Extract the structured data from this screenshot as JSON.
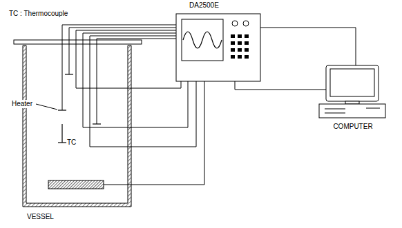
{
  "diagram": {
    "nodes": [
      {
        "text": [
          "VESSEL"
        ]
      },
      {
        "text": [
          "DA2500E"
        ]
      },
      {
        "text": [
          "COMPUTER"
        ]
      }
    ],
    "edges": [
      {
        "from": 0,
        "to": 1,
        "arrow": "none"
      },
      {
        "from": 1,
        "to": 2,
        "arrow": "none"
      }
    ],
    "labels": [
      "TC : Thermocouple",
      "Heater",
      "TC"
    ]
  }
}
